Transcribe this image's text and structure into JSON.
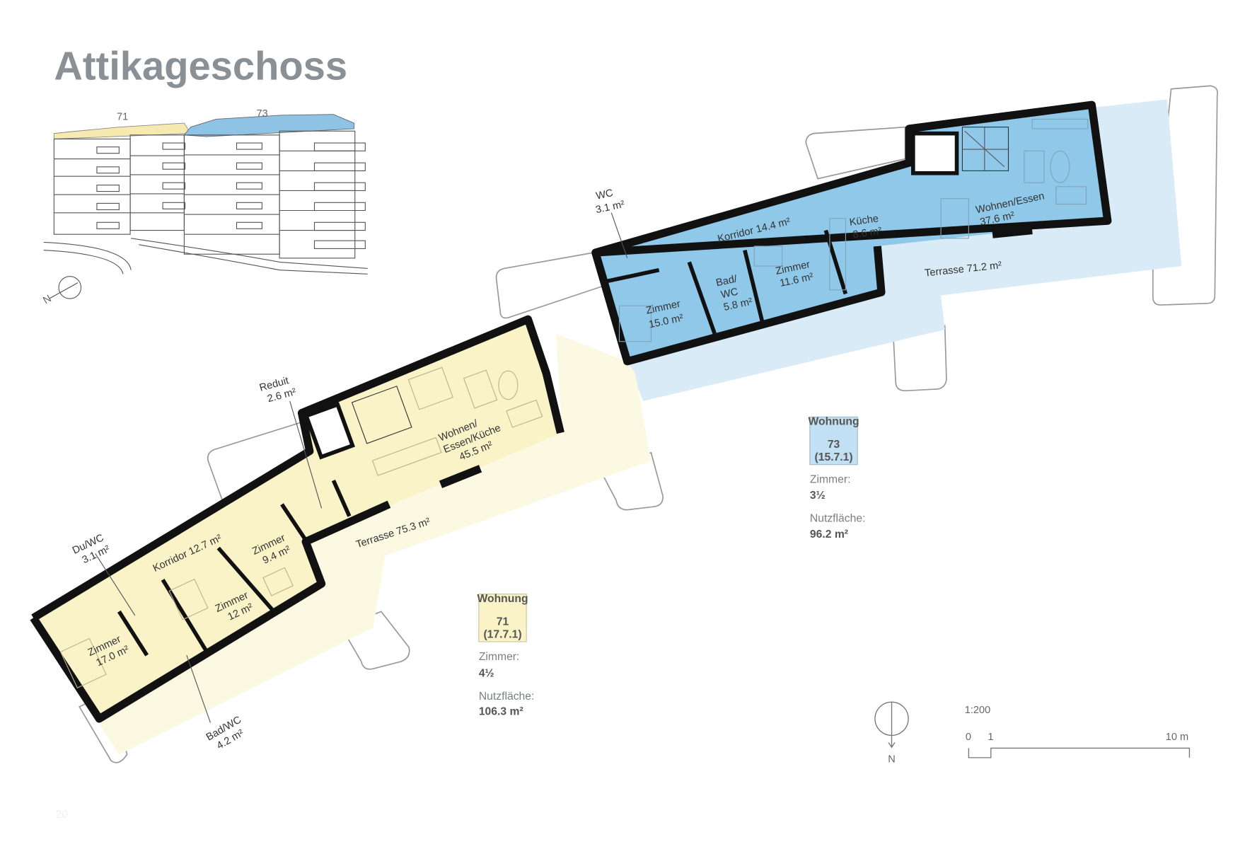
{
  "title": "Attikageschoss",
  "page_number": "20",
  "colors": {
    "unit71": "#faf3c8",
    "unit71_terrace": "#fcf9e3",
    "unit73": "#8fc8e8",
    "unit73_terrace": "#d8ebf6",
    "title": "#8a9196"
  },
  "thumbnail": {
    "label_71": "71",
    "label_73": "73",
    "north": "N"
  },
  "unit73": {
    "badge_label": "Wohnung",
    "number": "73",
    "code": "(15.7.1)",
    "rooms_label": "Zimmer:",
    "rooms_value": "3½",
    "area_label": "Nutzfläche:",
    "area_value": "96.2 m²",
    "rooms": [
      {
        "name": "WC",
        "area": "3.1 m²"
      },
      {
        "name": "Korridor 14.4 m²"
      },
      {
        "name": "Küche",
        "area": "8.6 m²"
      },
      {
        "name": "Wohnen/Essen",
        "area": "37.6 m²"
      },
      {
        "name": "Zimmer",
        "area": "15.0 m²"
      },
      {
        "name": "Bad/",
        "name2": "WC",
        "area": "5.8 m²"
      },
      {
        "name": "Zimmer",
        "area": "11.6 m²"
      },
      {
        "name": "Terrasse 71.2 m²"
      }
    ]
  },
  "unit71": {
    "badge_label": "Wohnung",
    "number": "71",
    "code": "(17.7.1)",
    "rooms_label": "Zimmer:",
    "rooms_value": "4½",
    "area_label": "Nutzfläche:",
    "area_value": "106.3 m²",
    "rooms": [
      {
        "name": "Reduit",
        "area": "2.6 m²"
      },
      {
        "name": "Wohnen/",
        "name2": "Essen/Küche",
        "area": "45.5 m²"
      },
      {
        "name": "Du/WC",
        "area": "3.1 m²"
      },
      {
        "name": "Korridor 12.7 m²"
      },
      {
        "name": "Zimmer",
        "area": "9.4 m²"
      },
      {
        "name": "Zimmer",
        "area": "12 m²"
      },
      {
        "name": "Zimmer",
        "area": "17.0 m²"
      },
      {
        "name": "Bad/WC",
        "area": "4.2 m²"
      },
      {
        "name": "Terrasse 75.3 m²"
      }
    ]
  },
  "legend": {
    "north": "N",
    "scale": "1:200",
    "tick_0": "0",
    "tick_1": "1",
    "tick_10": "10 m"
  }
}
